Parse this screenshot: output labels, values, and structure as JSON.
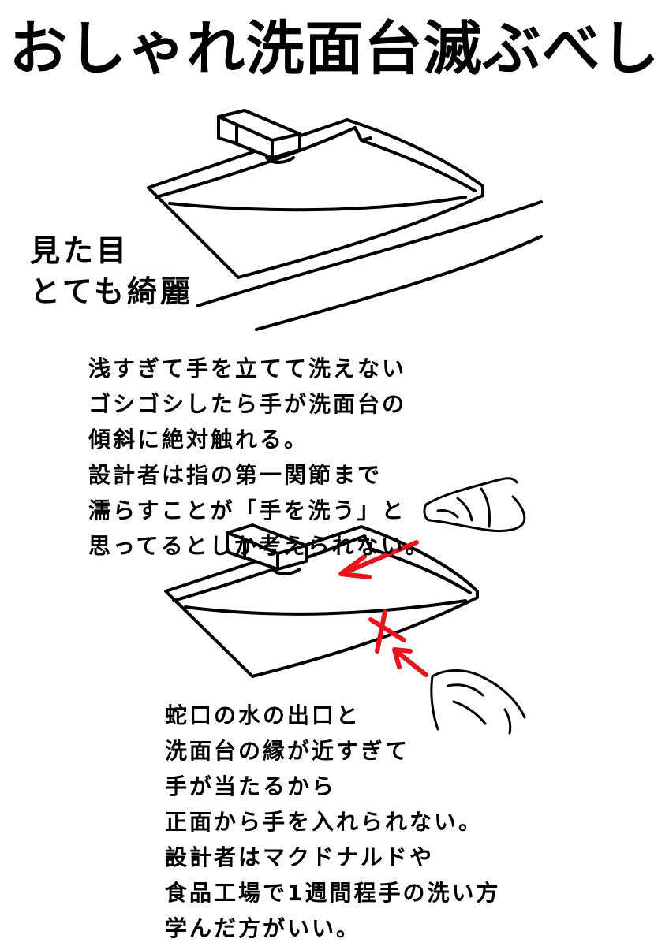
{
  "title": "おしゃれ洗面台滅ぶべし",
  "caption": {
    "lines": [
      "見た目",
      "とても綺麗"
    ]
  },
  "paragraph1": {
    "lines": [
      "浅すぎて手を立てて洗えない",
      "ゴシゴシしたら手が洗面台の",
      "傾斜に絶対触れる。",
      "設計者は指の第一関節まで",
      "濡らすことが「手を洗う」と",
      "思ってるとしか考えられない。"
    ]
  },
  "paragraph2": {
    "lines": [
      "蛇口の水の出口と",
      "洗面台の縁が近すぎて",
      "手が当たるから",
      "正面から手を入れられない。",
      "設計者はマクドナルドや",
      "食品工場で1週間程手の洗い方",
      "学んだ方がいい。"
    ]
  },
  "colors": {
    "ink": "#000000",
    "arrow_red": "#e8141b",
    "background": "#ffffff"
  },
  "icons": [
    "faucet-icon",
    "sink-basin-icon",
    "hand-icon",
    "red-arrow-icon",
    "red-x-mark-icon"
  ]
}
